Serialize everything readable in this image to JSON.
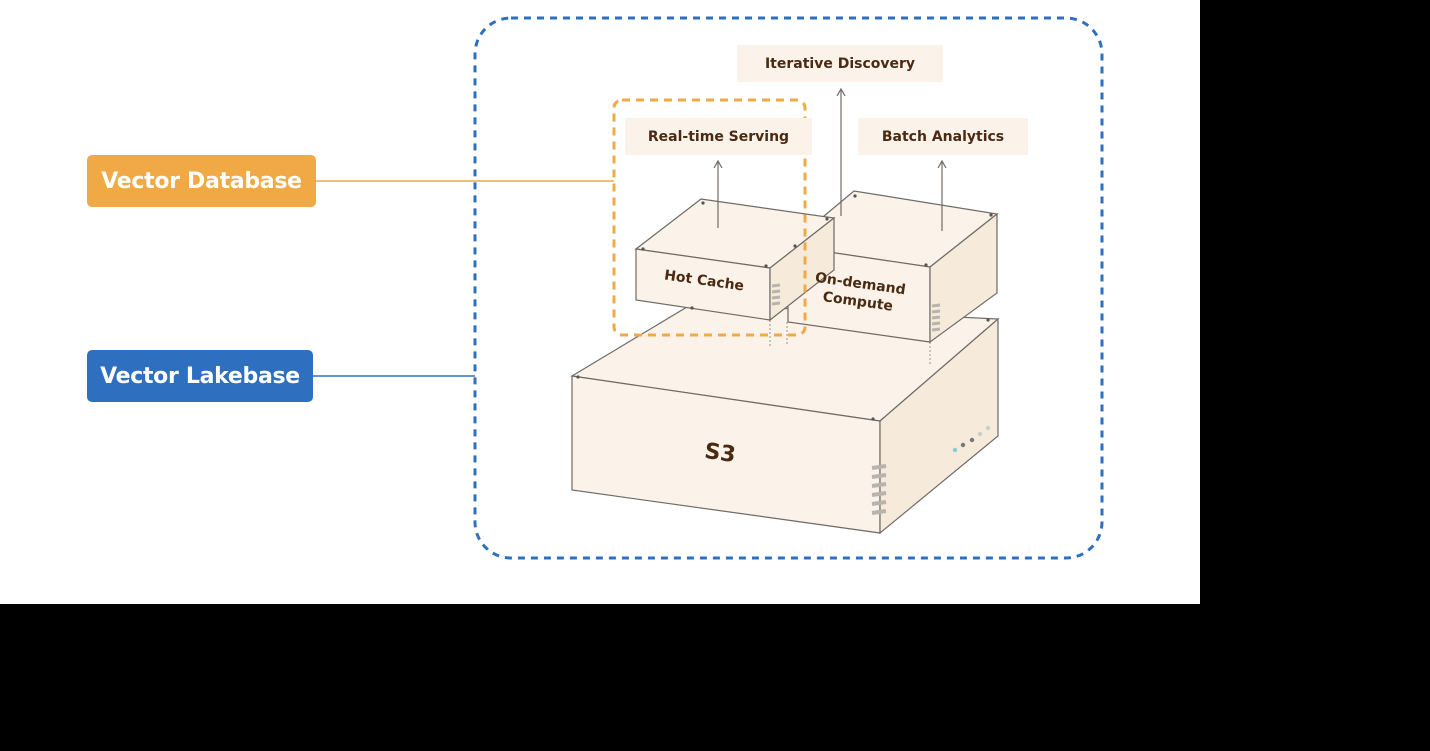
{
  "legend": {
    "vector_database": "Vector Database",
    "vector_lakebase": "Vector Lakebase"
  },
  "labels": {
    "iterative_discovery": "Iterative Discovery",
    "real_time_serving": "Real-time Serving",
    "batch_analytics": "Batch Analytics"
  },
  "boxes": {
    "hot_cache": "Hot Cache",
    "on_demand_line1": "On-demand",
    "on_demand_line2": "Compute",
    "s3": "S3"
  },
  "colors": {
    "orange": "#f0a945",
    "blue": "#2f6fc0",
    "box_fill": "#fbf3e9",
    "box_text": "#4a2a12"
  }
}
